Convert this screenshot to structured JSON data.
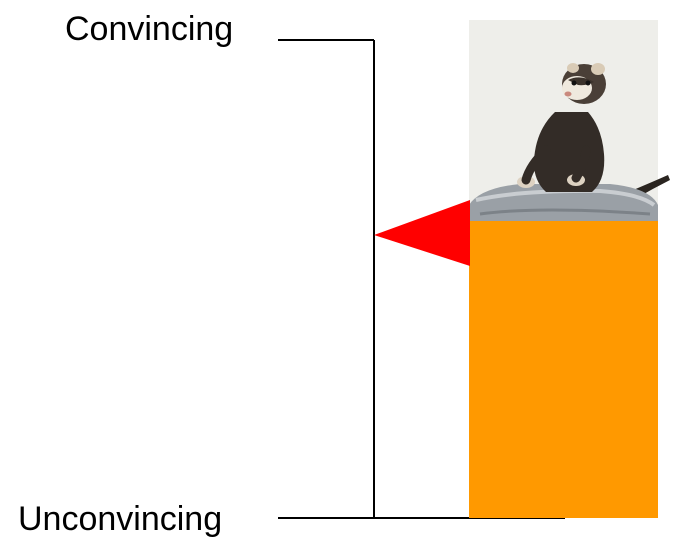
{
  "scale": {
    "top_label": "Convincing",
    "bottom_label": "Unconvincing",
    "line_color": "#000000"
  },
  "pointer": {
    "color": "#ff0000",
    "level": 0.5
  },
  "image": {
    "subject": "ferret-on-metal-pot",
    "overlay_color": "#ff9900",
    "background_color": "#eeeeea"
  }
}
